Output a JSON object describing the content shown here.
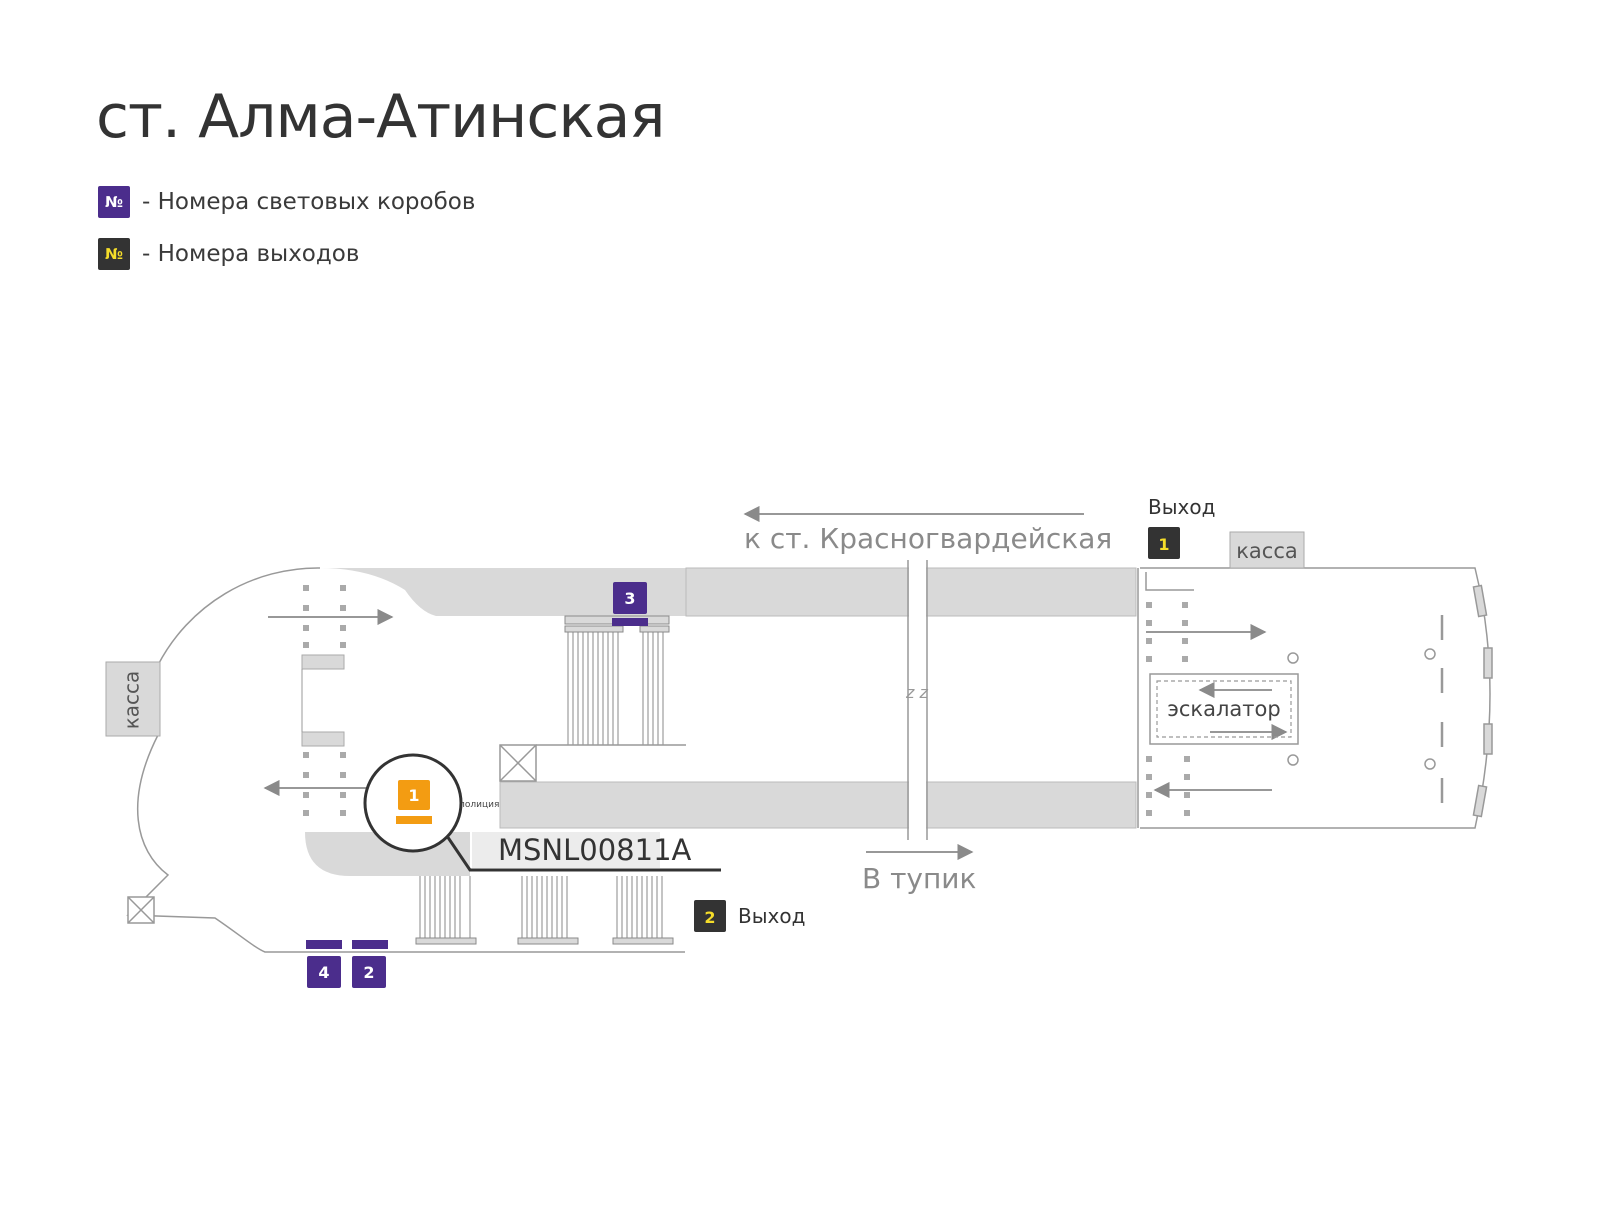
{
  "title": "ст. Алма-Атинская",
  "legend": {
    "lightbox_symbol": "№",
    "lightbox_label": "- Номера световых коробов",
    "exit_symbol": "№",
    "exit_label": "- Номера выходов"
  },
  "labels": {
    "to_station": "к ст. Красногвардейская",
    "dead_end": "В тупик",
    "exit_top": "Выход",
    "exit_bottom": "Выход",
    "kassa_right": "касса",
    "kassa_left": "касса",
    "escalator": "эскалатор",
    "police": "полиция",
    "zz": "z z",
    "code": "MSNL00811A"
  },
  "exits": {
    "exit1": "1",
    "exit2": "2"
  },
  "lightboxes": {
    "box3": "3",
    "box4": "4",
    "box2": "2",
    "highlight": "1"
  },
  "colors": {
    "purple": "#4b2d8c",
    "dark": "#333333",
    "exit_number": "#f5dd2a",
    "highlight": "#f39c12",
    "platform": "#d9d9d9",
    "outline": "#999999",
    "arrow": "#8a8a8a"
  }
}
